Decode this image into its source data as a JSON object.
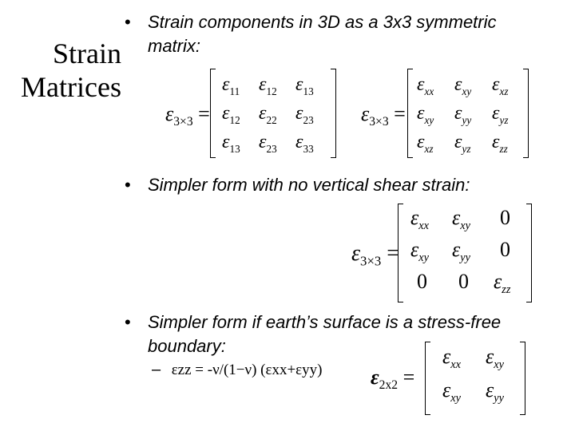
{
  "title": {
    "line1": "Strain",
    "line2": "Matrices"
  },
  "bullets": {
    "marker": "•",
    "b1": "Strain components in 3D as a 3x3 symmetric matrix:",
    "b1_line1": "Strain components in 3D as a 3x3 symmetric",
    "b1_line2": "matrix:",
    "b2": "Simpler form with no vertical shear strain:",
    "b3_line1": "Simpler form if earth’s surface is a stress-free",
    "b3_line2": "boundary:"
  },
  "sub_bullet": {
    "marker": "–",
    "equation": "εzz = -ν/(1−ν) (εxx+εyy)"
  },
  "symbols": {
    "epsilon": "ε",
    "equals": "="
  },
  "matrix_numeric": {
    "lhs_sub": "3×3",
    "cells": [
      [
        "11",
        "12",
        "13"
      ],
      [
        "12",
        "22",
        "23"
      ],
      [
        "13",
        "23",
        "33"
      ]
    ]
  },
  "matrix_symbolic": {
    "lhs_sub": "3×3",
    "cells": [
      [
        "xx",
        "xy",
        "xz"
      ],
      [
        "xy",
        "yy",
        "yz"
      ],
      [
        "xz",
        "yz",
        "zz"
      ]
    ]
  },
  "matrix_reduced": {
    "lhs_sub": "3×3",
    "cells": [
      [
        "xx",
        "xy",
        "0"
      ],
      [
        "xy",
        "yy",
        "0"
      ],
      [
        "0",
        "0",
        "zz"
      ]
    ]
  },
  "matrix_2d": {
    "lhs_sub": "2x2",
    "cells": [
      [
        "xx",
        "xy"
      ],
      [
        "xy",
        "yy"
      ]
    ]
  }
}
